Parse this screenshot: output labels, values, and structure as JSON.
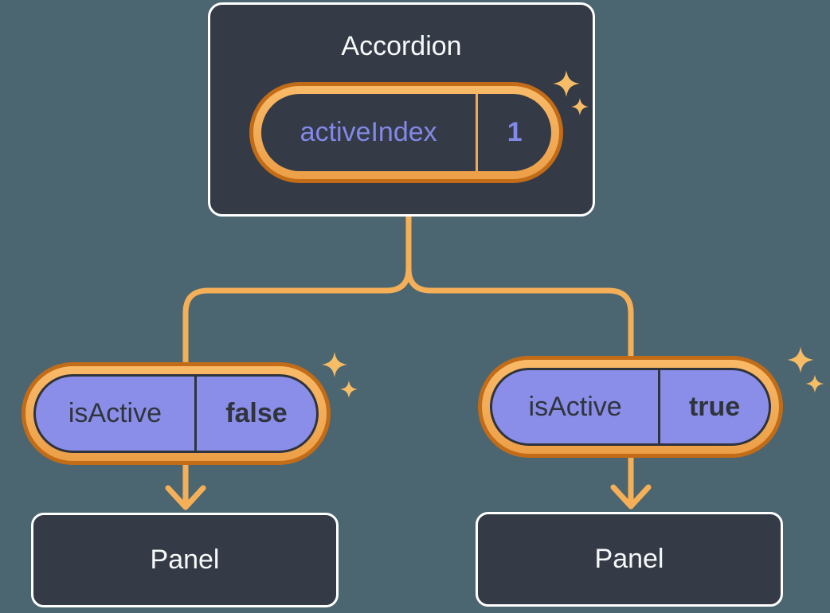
{
  "diagram": {
    "accordion": {
      "label": "Accordion",
      "state": {
        "name": "activeIndex",
        "value": "1"
      }
    },
    "children": [
      {
        "prop": {
          "name": "isActive",
          "value": "false"
        },
        "panel_label": "Panel"
      },
      {
        "prop": {
          "name": "isActive",
          "value": "true"
        },
        "panel_label": "Panel"
      }
    ]
  },
  "icons": {
    "sparkle": "sparkle-icon",
    "arrow": "arrow-down"
  },
  "colors": {
    "background": "#4C6671",
    "node_fill": "#343A46",
    "node_border": "#FFFFFF",
    "node_text": "#F7F8FA",
    "pill_purple_fill": "#8A8EE9",
    "pill_dark_text": "#30343C",
    "state_purple_text": "#8389E8",
    "ring_outer_orange": "#C36C18",
    "ring_inner_orange_top": "#F9BA68",
    "ring_inner_orange_bottom": "#EC9F47",
    "connector_orange": "#F5B057",
    "sparkle_orange": "#F7BD66"
  }
}
